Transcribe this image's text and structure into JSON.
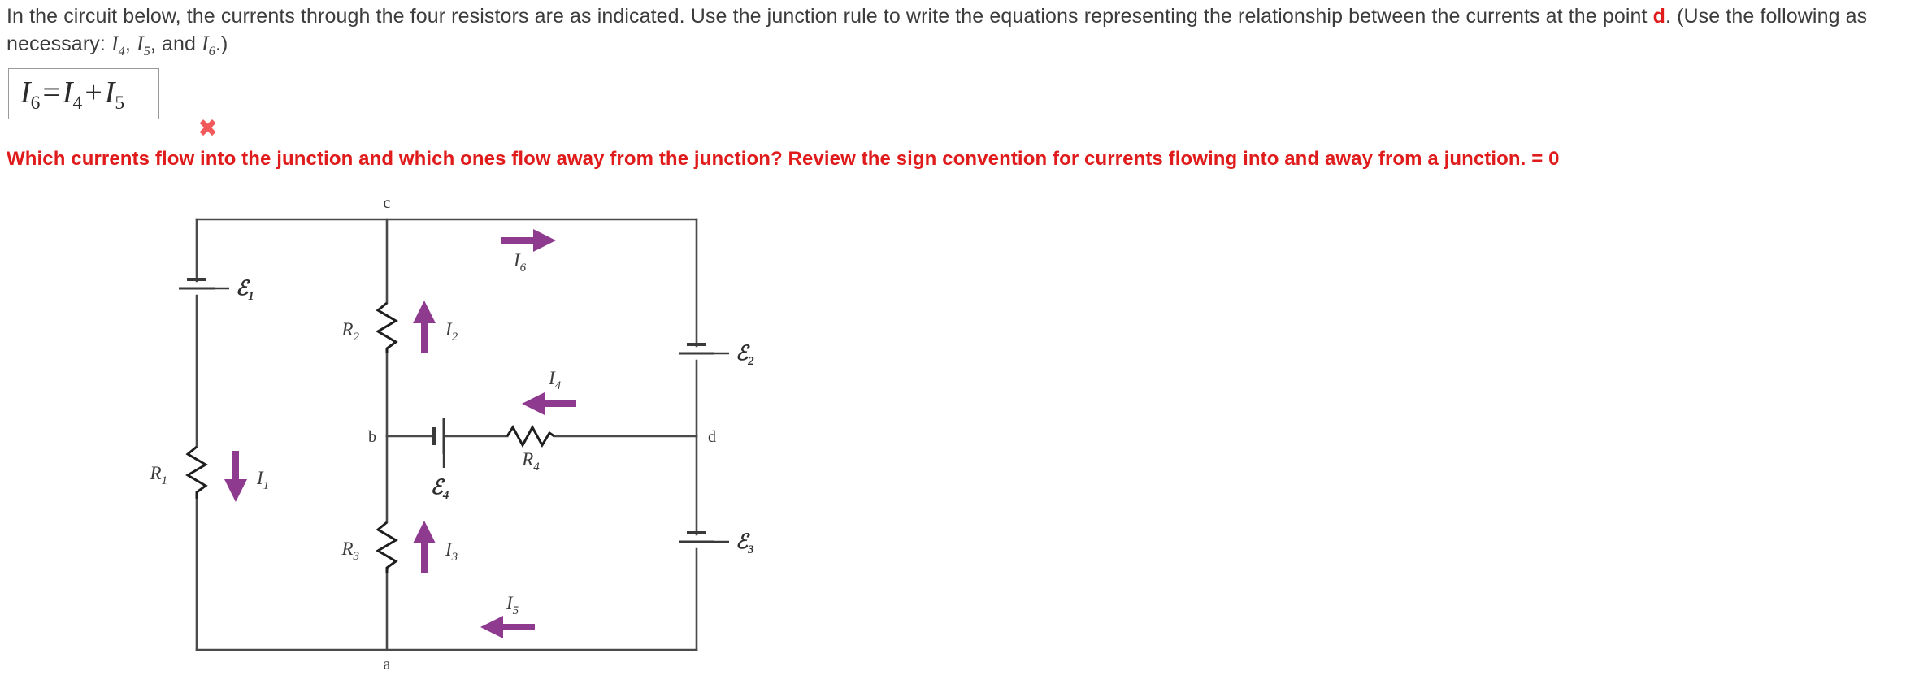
{
  "question": {
    "text_part1": "In the circuit below, the currents through the four resistors are as indicated. Use the junction rule to write the equations representing the relationship between the currents at the point ",
    "highlight_node": "d",
    "text_part2": ". (Use the following as necessary: ",
    "symbol_1": "I",
    "symbol_1_sub": "4",
    "symbol_sep_1": ", ",
    "symbol_2": "I",
    "symbol_2_sub": "5",
    "symbol_sep_2": ", and ",
    "symbol_3": "I",
    "symbol_3_sub": "6",
    "text_part3": ".)"
  },
  "answer": {
    "lhs_sym": "I",
    "lhs_sub": "6",
    "eq_op": "=",
    "t1_sym": "I",
    "t1_sub": "4",
    "plus_op": "+",
    "t2_sym": "I",
    "t2_sub": "5",
    "plain": "I6 = I4 + I5",
    "status": "incorrect",
    "status_mark": "✖",
    "status_color": "#f2595b"
  },
  "feedback": {
    "text": "Which currents flow into the junction and which ones flow away from the junction? Review the sign convention for currents flowing into and away from a junction. = 0",
    "color": "#e01b1b"
  },
  "circuit": {
    "title": "circuit-diagram",
    "wire_color": "#4a4a4a",
    "arrow_color": "#8e3a8e",
    "nodes": [
      {
        "id": "a",
        "label": "a"
      },
      {
        "id": "b",
        "label": "b"
      },
      {
        "id": "c",
        "label": "c"
      },
      {
        "id": "d",
        "label": "d"
      }
    ],
    "resistors": [
      {
        "id": "R1",
        "label": "R",
        "sub": "1"
      },
      {
        "id": "R2",
        "label": "R",
        "sub": "2"
      },
      {
        "id": "R3",
        "label": "R",
        "sub": "3"
      },
      {
        "id": "R4",
        "label": "R",
        "sub": "4"
      }
    ],
    "emfs": [
      {
        "id": "E1",
        "label": "ℰ",
        "sub": "1"
      },
      {
        "id": "E2",
        "label": "ℰ",
        "sub": "2"
      },
      {
        "id": "E3",
        "label": "ℰ",
        "sub": "3"
      },
      {
        "id": "E4",
        "label": "ℰ",
        "sub": "4"
      }
    ],
    "currents": [
      {
        "id": "I1",
        "label": "I",
        "sub": "1",
        "direction": "down"
      },
      {
        "id": "I2",
        "label": "I",
        "sub": "2",
        "direction": "up"
      },
      {
        "id": "I3",
        "label": "I",
        "sub": "3",
        "direction": "up"
      },
      {
        "id": "I4",
        "label": "I",
        "sub": "4",
        "direction": "left"
      },
      {
        "id": "I5",
        "label": "I",
        "sub": "5",
        "direction": "left"
      },
      {
        "id": "I6",
        "label": "I",
        "sub": "6",
        "direction": "right"
      }
    ]
  }
}
